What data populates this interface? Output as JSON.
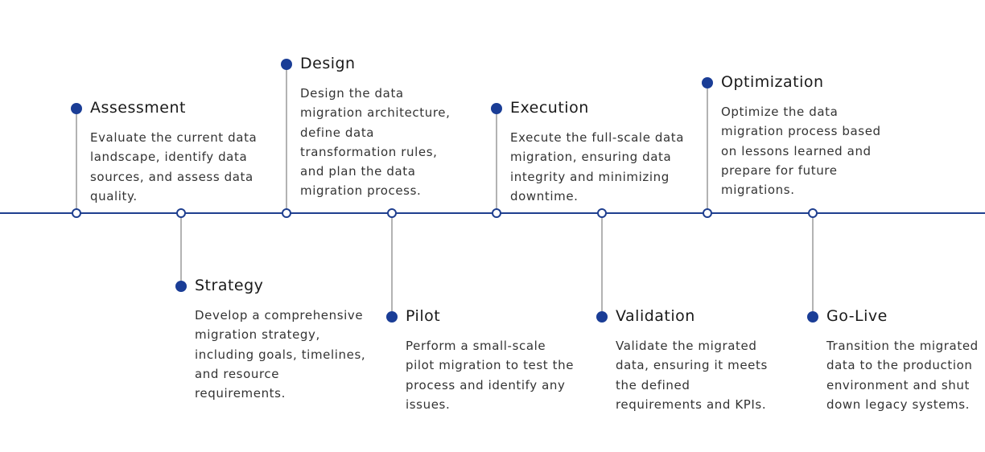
{
  "timeline": {
    "steps": [
      {
        "title": "Assessment",
        "lines": [
          "Evaluate the current data",
          "landscape, identify data",
          "sources, and assess data",
          "quality."
        ]
      },
      {
        "title": "Strategy",
        "lines": [
          "Develop a comprehensive",
          "migration strategy,",
          "including goals, timelines,",
          "and resource",
          "requirements."
        ]
      },
      {
        "title": "Design",
        "lines": [
          "Design the data",
          "migration architecture,",
          "define data",
          "transformation rules,",
          "and plan the data",
          "migration process."
        ]
      },
      {
        "title": "Pilot",
        "lines": [
          "Perform a small-scale",
          "pilot migration to test the",
          "process and identify any",
          "issues."
        ]
      },
      {
        "title": "Execution",
        "lines": [
          "Execute the full-scale data",
          "migration, ensuring data",
          "integrity and minimizing",
          "downtime."
        ]
      },
      {
        "title": "Validation",
        "lines": [
          "Validate the migrated",
          "data, ensuring it meets",
          "the defined",
          "requirements and KPIs."
        ]
      },
      {
        "title": "Optimization",
        "lines": [
          "Optimize the data",
          "migration process based",
          "on lessons learned and",
          "prepare for future",
          "migrations."
        ]
      },
      {
        "title": "Go-Live",
        "lines": [
          "Transition the migrated",
          "data to the production",
          "environment and shut",
          "down legacy systems."
        ]
      }
    ]
  },
  "colors": {
    "axis": "#1f3f8f",
    "dot": "#1a3d96",
    "stem": "#b3b3b3"
  }
}
